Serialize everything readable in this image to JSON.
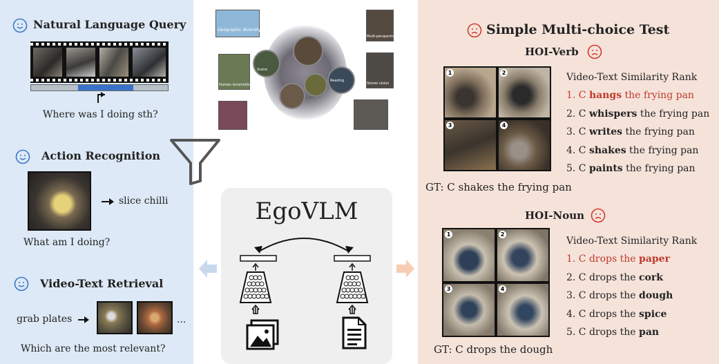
{
  "left": {
    "nlq": {
      "title": "Natural Language Query",
      "caption": "Where was I doing sth?"
    },
    "ar": {
      "title": "Action Recognition",
      "action_label": "slice chilli",
      "caption": "What am I doing?"
    },
    "vtr": {
      "title": "Video-Text Retrieval",
      "query_text": "grab plates",
      "ellipsis": "...",
      "caption": "Which are the most relevant?"
    }
  },
  "center": {
    "cluster_labels": [
      "Geographic diversity",
      "Multi-perspective",
      "Human locomotion",
      "Scene",
      "Reading",
      "Stereo vision"
    ],
    "model_name": "EgoVLM"
  },
  "right": {
    "title": "Simple Multi-choice Test",
    "verb": {
      "subtitle": "HOI-Verb",
      "rank_title": "Video-Text Similarity Rank",
      "items": [
        {
          "prefix": "1. C ",
          "bold": "hangs",
          "suffix": " the frying pan"
        },
        {
          "prefix": "2. C ",
          "bold": "whispers",
          "suffix": " the frying pan"
        },
        {
          "prefix": "3. C ",
          "bold": "writes",
          "suffix": " the frying pan"
        },
        {
          "prefix": "4. C ",
          "bold": "shakes",
          "suffix": " the frying pan"
        },
        {
          "prefix": "5. C ",
          "bold": "paints",
          "suffix": " the frying pan"
        }
      ],
      "gt": "GT: C shakes the frying pan"
    },
    "noun": {
      "subtitle": "HOI-Noun",
      "rank_title": "Video-Text Similarity Rank",
      "items": [
        {
          "prefix": "1. C drops the ",
          "bold": "paper",
          "suffix": ""
        },
        {
          "prefix": "2. C drops the ",
          "bold": "cork",
          "suffix": ""
        },
        {
          "prefix": "3. C drops the ",
          "bold": "dough",
          "suffix": ""
        },
        {
          "prefix": "4. C drops the ",
          "bold": "spice",
          "suffix": ""
        },
        {
          "prefix": "5. C drops the ",
          "bold": "pan",
          "suffix": ""
        }
      ],
      "gt": "GT: C drops the dough"
    },
    "frame_numbers": [
      "1",
      "2",
      "3",
      "4"
    ]
  },
  "colors": {
    "left_bg": "#dde9f6",
    "right_bg": "#f5e3da",
    "smile": "#3a78c9",
    "frown": "#d03a2c",
    "top_rank": "#c0392b"
  },
  "icons": [
    "smile-icon",
    "frown-icon",
    "funnel-icon",
    "image-icon",
    "document-icon",
    "arrow-right-icon"
  ]
}
